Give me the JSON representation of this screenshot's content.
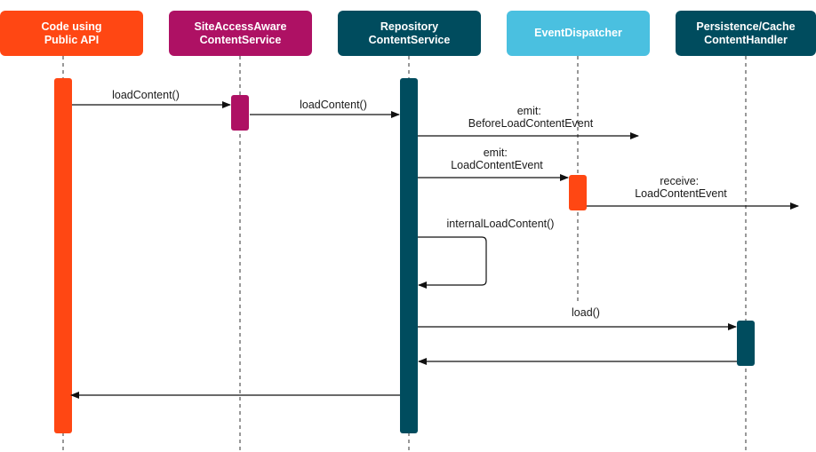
{
  "participants": [
    {
      "id": "code",
      "label": "Code using\nPublic API",
      "color": "#ff4713"
    },
    {
      "id": "siteaccess",
      "label": "SiteAccessAware\nContentService",
      "color": "#ae1164"
    },
    {
      "id": "repository",
      "label": "Repository\nContentService",
      "color": "#004c5e"
    },
    {
      "id": "dispatcher",
      "label": "EventDispatcher",
      "color": "#4ac0e0"
    },
    {
      "id": "persistence",
      "label": "Persistence/Cache\nContentHandler",
      "color": "#004c5e"
    }
  ],
  "messages": [
    {
      "id": "m1",
      "lines": [
        "loadContent()"
      ]
    },
    {
      "id": "m2",
      "lines": [
        "loadContent()"
      ]
    },
    {
      "id": "m3",
      "lines": [
        "emit:",
        "BeforeLoadContentEvent"
      ]
    },
    {
      "id": "m4",
      "lines": [
        "emit:",
        "LoadContentEvent"
      ]
    },
    {
      "id": "m5",
      "lines": [
        "receive:",
        "LoadContentEvent"
      ]
    },
    {
      "id": "m6",
      "lines": [
        "internalLoadContent()"
      ]
    },
    {
      "id": "m7",
      "lines": [
        "load()"
      ]
    }
  ]
}
